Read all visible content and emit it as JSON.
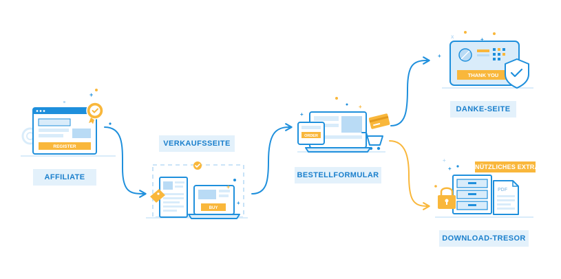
{
  "steps": {
    "affiliate": {
      "label": "AFFILIATE",
      "button": "REGISTER"
    },
    "sales_page": {
      "label": "VERKAUFSSEITE",
      "button": "BUY"
    },
    "order_form": {
      "label": "BESTELLFORMULAR",
      "button": "ORDER"
    },
    "thank_you": {
      "label": "DANKE-SEITE",
      "banner": "THANK YOU"
    },
    "download_vault": {
      "label": "DOWNLOAD-TRESOR",
      "extra_tag": "NÜTZLICHES EXTRA",
      "doc_type": "PDF"
    }
  },
  "colors": {
    "primary": "#1e8fdc",
    "primary_light": "#d9ecfa",
    "accent": "#f9b73b",
    "label_bg": "#e3f1fb",
    "label_text": "#1a7fcc"
  }
}
